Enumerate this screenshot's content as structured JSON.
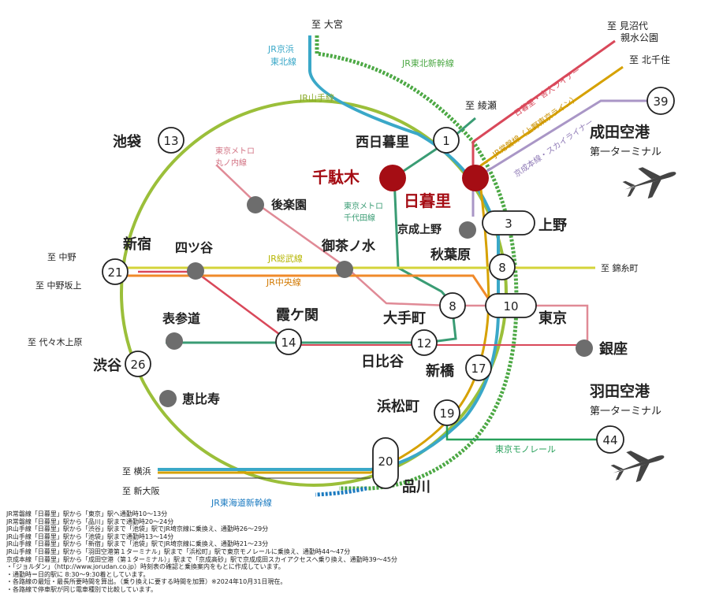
{
  "destinations": {
    "omiya": "至 大宮",
    "minumadai_line1": "至 見沼代",
    "minumadai_line2": "親水公園",
    "kitasenju": "至 北千住",
    "ayase": "至 綾瀬",
    "nakano": "至 中野",
    "nakanosakaue": "至 中野坂上",
    "kinshicho": "至 錦糸町",
    "yoyogiuehara": "至 代々木上原",
    "yokohama": "至 横浜",
    "shinosaka": "至 新大阪"
  },
  "lines": {
    "jr_keihin_1": "JR京浜",
    "jr_keihin_2": "東北線",
    "jr_tohoku_shinkansen": "JR東北新幹線",
    "jr_yamanote": "JR山手線",
    "nippori_toneri": "日暮里・舎人ライナー",
    "jr_joban": "JR常磐線（上野東京ライン）",
    "keisei_skyliner": "京成本線・スカイライナー",
    "marunouchi_1": "東京メトロ",
    "marunouchi_2": "丸ノ内線",
    "chiyoda_1": "東京メトロ",
    "chiyoda_2": "千代田線",
    "jr_sobu": "JR総武線",
    "jr_chuo": "JR中央線",
    "tokyo_monorail": "東京モノレール",
    "jr_tokaido_shinkansen": "JR東海道新幹線"
  },
  "stations": {
    "ikebukuro": "池袋",
    "nishinippori": "西日暮里",
    "sendagi": "千駄木",
    "nippori": "日暮里",
    "korakuen": "後楽園",
    "keisei_ueno": "京成上野",
    "ueno": "上野",
    "shinjuku": "新宿",
    "yotsuya": "四ツ谷",
    "ochanomizu": "御茶ノ水",
    "akihabara": "秋葉原",
    "omotesando": "表参道",
    "kasumigaseki": "霞ケ関",
    "otemachi": "大手町",
    "tokyo": "東京",
    "shibuya": "渋谷",
    "hibiya": "日比谷",
    "ginza": "銀座",
    "shimbashi": "新橋",
    "ebisu": "恵比寿",
    "hamamatsucho": "浜松町",
    "shinagawa": "品川",
    "narita_1": "成田空港",
    "narita_2": "第一ターミナル",
    "haneda_1": "羽田空港",
    "haneda_2": "第一ターミナル"
  },
  "minutes": {
    "ikebukuro": "13",
    "nishinippori": "1",
    "ueno": "3",
    "shinjuku": "21",
    "akihabara": "8",
    "otemachi": "8",
    "tokyo": "10",
    "kasumigaseki": "14",
    "hibiya": "12",
    "shibuya": "26",
    "shimbashi": "17",
    "hamamatsucho": "19",
    "shinagawa": "20",
    "narita": "39",
    "haneda": "44"
  },
  "colors": {
    "yamanote": "#9bbf3a",
    "keihin_tohoku": "#3aa8c8",
    "shinkansen_tohoku": "#4ca844",
    "shinkansen_tokaido": "#1a7ac0",
    "joban": "#d6a100",
    "nippori_toneri": "#d9485a",
    "keisei": "#a996c6",
    "marunouchi": "#e08a96",
    "chiyoda": "#3a9c74",
    "sobu": "#d4d43a",
    "chuo": "#f08a2a",
    "monorail": "#27a05a",
    "hibiya_line": "#b5b5b5",
    "station_highlight": "#a50d14",
    "station_dot": "#6d6d6d"
  },
  "notes": [
    "JR常磐線「日暮里」駅から「東京」駅へ通勤時10～13分",
    "JR常磐線「日暮里」駅から「品川」駅まで通勤時20～24分",
    "JR山手線「日暮里」駅から「渋谷」駅まで「池袋」駅でJR埼京線に乗換え、通勤時26～29分",
    "JR山手線「日暮里」駅から「池袋」駅まで通勤時13～14分",
    "JR山手線「日暮里」駅から「新宿」駅まで「池袋」駅でJR埼京線に乗換え、通勤時21～23分",
    "JR山手線「日暮里」駅から「羽田空港第１ターミナル」駅まで「浜松町」駅で東京モノレールに乗換え、通勤時44～47分",
    "京成本線「日暮里」駅から「成田空港（第１ターミナル）」駅まで「京成高砂」駅で京成成田スカイアクセスへ乗り換え、通勤時39～45分",
    "・「ジョルダン」（http://www.jorudan.co.jp）時刻表の確認と乗換案内をもとに作成しています。",
    "・通勤時＝日的駅に 8:30～9:30着としています。",
    "・各路線の最短・最長所要時間を算出。（乗り換えに要する時間を加算）※2024年10月31日現在。",
    "・各路線で停車駅が同じ電車種別で比較しています。"
  ]
}
